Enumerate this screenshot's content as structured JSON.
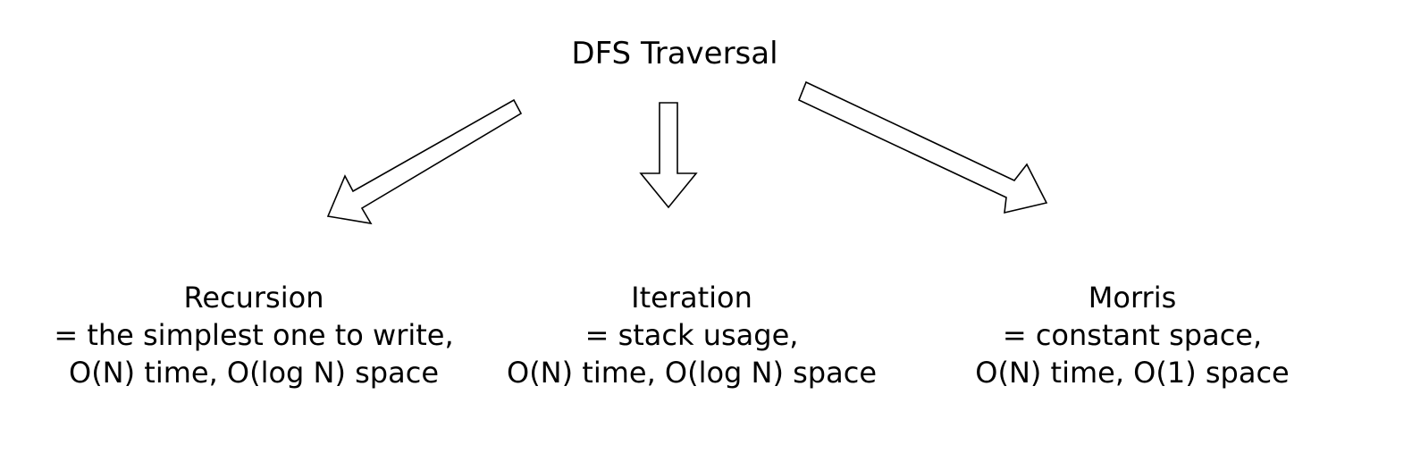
{
  "diagram": {
    "title": "DFS Traversal",
    "nodes": [
      {
        "name": "Recursion",
        "lines": [
          "= the simplest one to write,",
          "O(N) time, O(log N) space"
        ]
      },
      {
        "name": "Iteration",
        "lines": [
          "= stack usage,",
          "O(N) time, O(log N) space"
        ]
      },
      {
        "name": "Morris",
        "lines": [
          "= constant space,",
          "O(N) time, O(1) space"
        ]
      }
    ],
    "colors": {
      "stroke": "#000000",
      "background": "#ffffff",
      "text": "#000000"
    }
  }
}
